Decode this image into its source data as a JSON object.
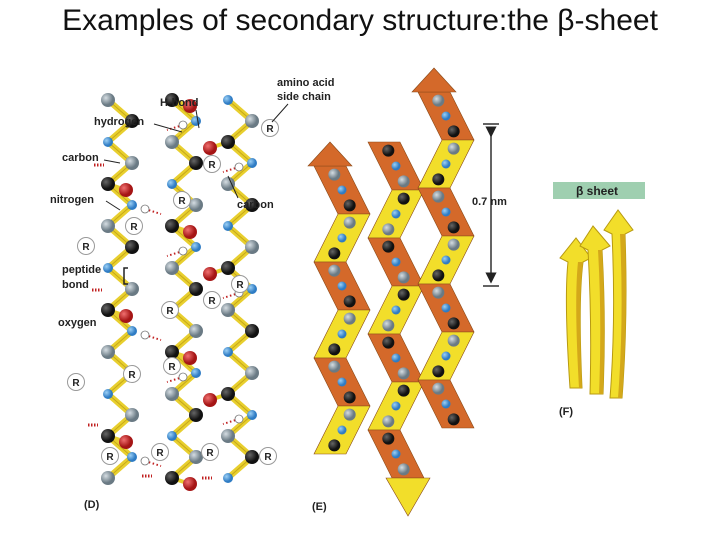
{
  "title": "Examples of secondary structure:the β-sheet",
  "panel_d": {
    "label": "(D)",
    "labels": {
      "amino_acid": "amino acid",
      "side_chain": "side chain",
      "h_bond": "H-bond",
      "hydrogen": "hydrogen",
      "carbon_left": "carbon",
      "nitrogen": "nitrogen",
      "carbon_right": "carbon",
      "peptide": "peptide",
      "bond": "bond",
      "oxygen": "oxygen"
    },
    "r_group": "R"
  },
  "panel_e": {
    "label": "(E)",
    "spacing": "0.7 nm"
  },
  "panel_f": {
    "label": "(F)",
    "legend": "β sheet"
  },
  "colors": {
    "backbone": "#e8cf2e",
    "carbon": "#1a1a1a",
    "nitrogen": "#3d8fd6",
    "oxygen": "#c02020",
    "alpha_carbon": "#8a9aa3",
    "hydrogen": "#ffffff",
    "arrow_orange": "#d4692a",
    "arrow_yellow": "#f2de2a",
    "legend_bg": "#9fcfb0"
  }
}
